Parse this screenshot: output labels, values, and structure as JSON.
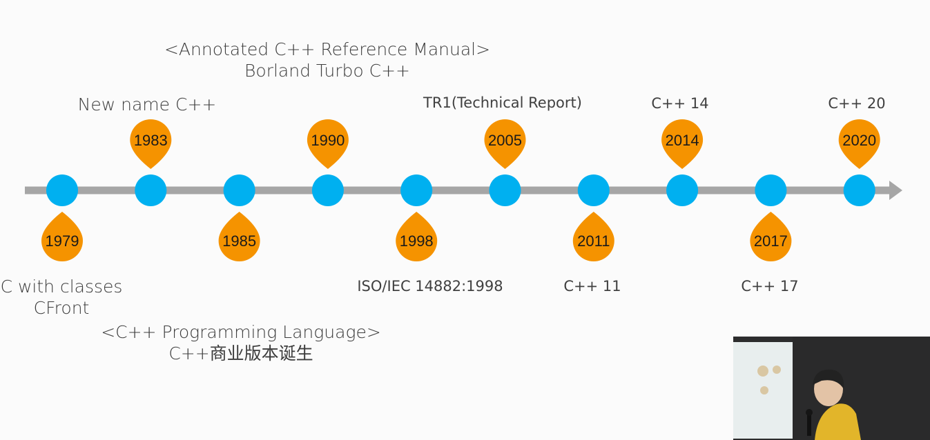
{
  "colors": {
    "axis": "#a6a6a6",
    "node": "#00b0f0",
    "marker": "#f59300",
    "text": "#404040"
  },
  "timeline": {
    "years": [
      "1979",
      "1983",
      "1985",
      "1990",
      "1998",
      "2005",
      "2011",
      "2014",
      "2017",
      "2020"
    ],
    "placement": [
      "below",
      "above",
      "below",
      "above",
      "below",
      "above",
      "below",
      "above",
      "below",
      "above"
    ]
  },
  "labels": {
    "annotated_manual": "<Annotated C++ Reference Manual>",
    "borland": "Borland Turbo C++",
    "new_name": "New name C++",
    "tr1": "TR1(Technical Report)",
    "cpp14": "C++ 14",
    "cpp20": "C++ 20",
    "c_with_classes": "C with classes",
    "cfront": "CFront",
    "iso": "ISO/IEC 14882:1998",
    "cpp11": "C++ 11",
    "cpp17": "C++ 17",
    "programming_language": "<C++ Programming Language>",
    "commercial": "C++商业版本诞生"
  },
  "webcam": {
    "icon": "presenter-webcam"
  }
}
